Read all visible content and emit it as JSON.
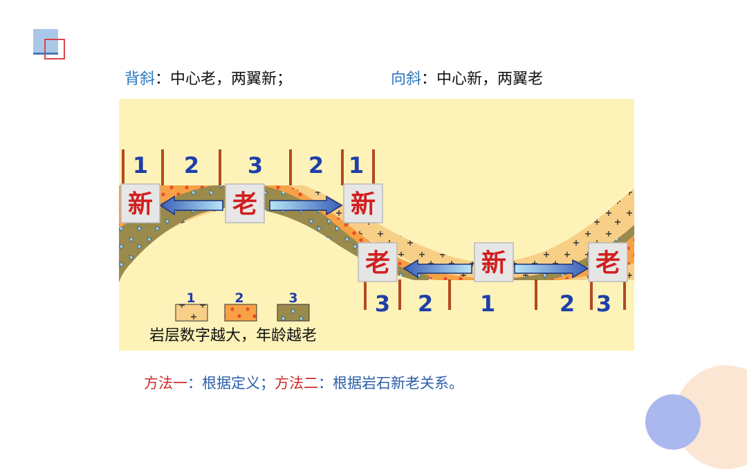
{
  "captions": {
    "anticline_key": "背斜",
    "anticline_rest": "：中心老，两翼新；",
    "syncline_key": "向斜",
    "syncline_rest": "：中心新，两翼老"
  },
  "top_numbers": [
    "1",
    "2",
    "3",
    "2",
    "1"
  ],
  "bottom_numbers": [
    "3",
    "2",
    "1",
    "2",
    "3"
  ],
  "labels": {
    "new": "新",
    "old": "老"
  },
  "legend": {
    "numbers": [
      "1",
      "2",
      "3"
    ],
    "caption": "岩层数字越大，年龄越老"
  },
  "method": {
    "part1_label": "方法一",
    "part1_text": "：根据定义；",
    "part2_label": "方法二",
    "part2_text": "：根据岩石新老关系。"
  },
  "colors": {
    "background_panel": "#fdf3b9",
    "layer1": "#f7c879",
    "layer2": "#f5a04a",
    "layer3": "#9a8a4c",
    "number_text": "#1f3fa8",
    "label_text": "#d11f1f",
    "tick": "#b24a1f"
  }
}
